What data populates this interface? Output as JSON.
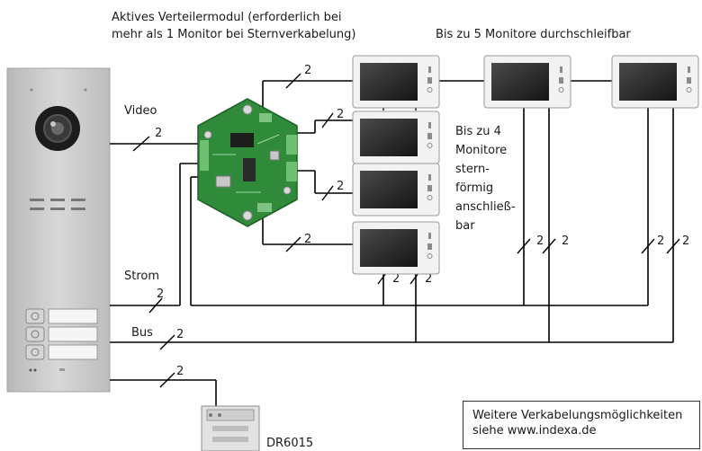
{
  "labels": {
    "module_line1": "Aktives Verteilermodul (erforderlich bei",
    "module_line2": "mehr als 1 Monitor bei Sternverkabelung)",
    "chain_title": "Bis zu 5 Monitore durchschleifbar",
    "star_lines": [
      "Bis zu 4",
      "Monitore",
      "stern-",
      "förmig",
      "anschließ-",
      "bar"
    ],
    "video": "Video",
    "strom": "Strom",
    "bus": "Bus",
    "power_supply": "DR6015"
  },
  "wire_count": "2",
  "note": {
    "line1": "Weitere Verkabelungsmöglichkeiten",
    "line2": "siehe www.indexa.de"
  },
  "colors": {
    "panel": "#c9c9c9",
    "pcb": "#2f8a3a",
    "monitor_frame": "#eeeeee",
    "monitor_screen": "#2a2a2a"
  }
}
